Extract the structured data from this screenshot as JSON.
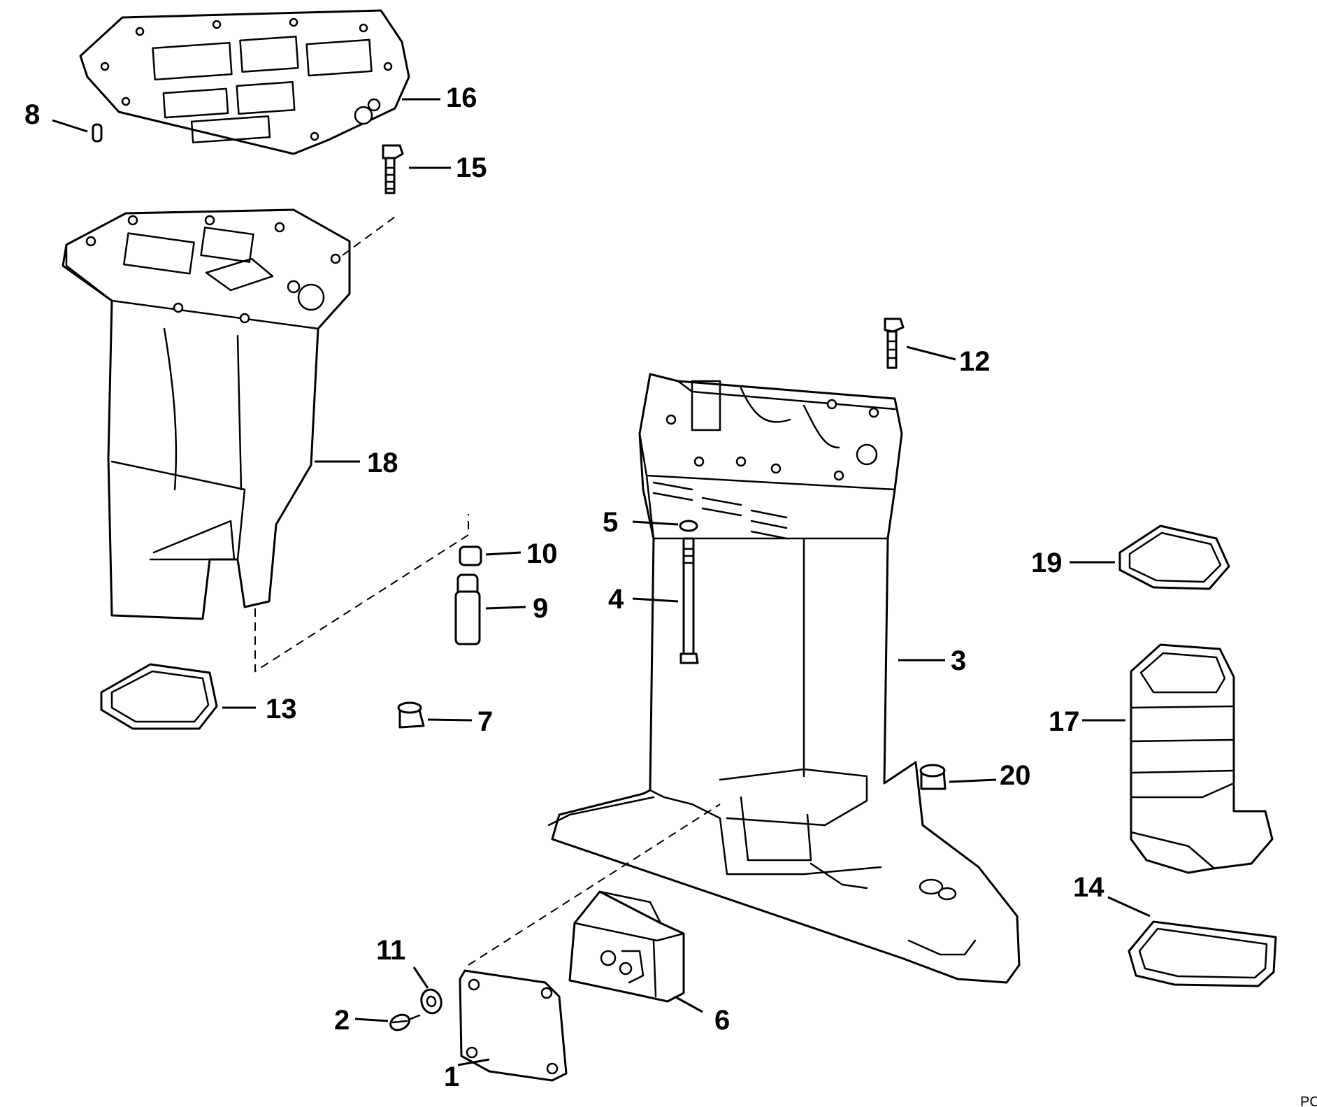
{
  "diagram": {
    "callouts": {
      "c1": "1",
      "c2": "2",
      "c3": "3",
      "c4": "4",
      "c5": "5",
      "c6": "6",
      "c7": "7",
      "c8": "8",
      "c9": "9",
      "c10": "10",
      "c11": "11",
      "c12": "12",
      "c13": "13",
      "c14": "14",
      "c15": "15",
      "c16": "16",
      "c17": "17",
      "c18": "18",
      "c19": "19",
      "c20": "20"
    },
    "reference_code": "PC"
  }
}
